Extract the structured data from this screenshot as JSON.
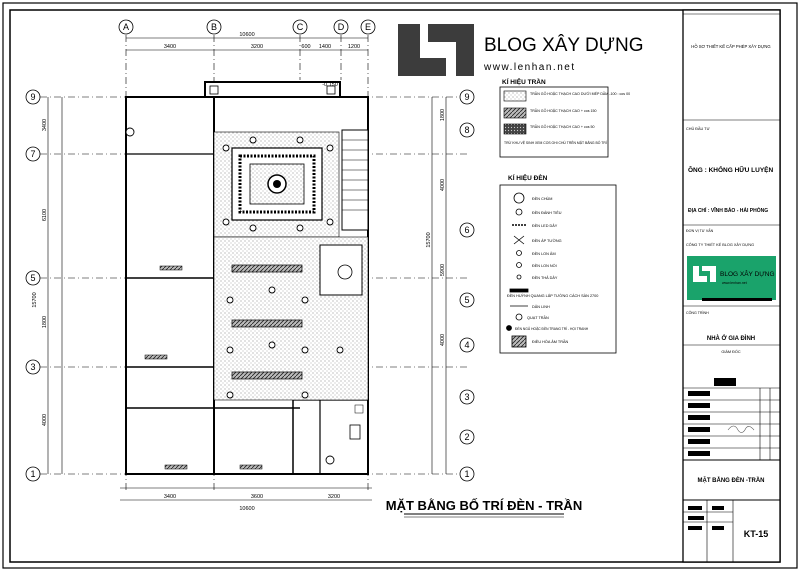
{
  "logo": {
    "title": "BLOG XÂY DỰNG",
    "url": "www.lenhan.net"
  },
  "plan": {
    "grid_cols": [
      "A",
      "B",
      "C",
      "D",
      "E"
    ],
    "grid_rows_left": [
      "9",
      "7",
      "5",
      "3",
      "1"
    ],
    "grid_rows_right": [
      "9",
      "8",
      "6",
      "5",
      "4",
      "3",
      "2",
      "1"
    ],
    "dims_top_total": "10600",
    "dims_top": [
      "3400",
      "3200",
      "600",
      "1400",
      "1200"
    ],
    "dims_bottom": [
      "3400",
      "3600",
      "3200"
    ],
    "dims_bottom_total": "10600",
    "dims_left": [
      "3400",
      "6100",
      "1800",
      "4000"
    ],
    "dims_left_total": "15700",
    "dims_right": [
      "1800",
      "4000",
      "5900",
      "4000"
    ],
    "dims_right_total": "15700",
    "level_note": "-0.150",
    "title": "MẶT BẰNG BỐ TRÍ ĐÈN - TRẦN"
  },
  "legend_ceiling": {
    "title": "KÍ HIỆU TRẦN",
    "items": [
      "TRẦN GỖ HOẶC THẠCH CAO DƯỚI MÉP DẦM -100 : cos 00",
      "TRẦN GỖ HOẶC THẠCH CAO + cos 150",
      "TRẦN GỖ HOẶC THẠCH CAO + cos 50"
    ],
    "note": "TRỪ KHU VỆ SINH XEM COS GHI CHÚ TRÊN MẶT BẰNG BỐ TRÍ"
  },
  "legend_lights": {
    "title": "KÍ HIỆU ĐÈN",
    "items": [
      "ĐÈN CHÙM",
      "ĐÈN ĐÁNH TIÊU",
      "ĐÈN LED DÂY",
      "ĐÈN ÁP TƯỜNG",
      "ĐÈN LON ÂM",
      "ĐÈN LON NỔI",
      "ĐÈN THẢ DÂY",
      "ĐÈN HUỲNH QUANG LẮP TƯỜNG CÁCH SÀN 2700",
      "DÂN LINH",
      "QUẠT TRẦN",
      "ĐÈN NGỦ HOẶC ĐÈN TRANG TRÍ - HỌI TRANH",
      "ĐIỀU HÒA ÂM TRẦN"
    ]
  },
  "title_block": {
    "header": "HỒ SƠ THIẾT KẾ CẤP PHÉP XÂY DỰNG",
    "owner_label": "CHỦ ĐẦU TƯ",
    "owner": "ÔNG : KHỔNG HỮU LUYỆN",
    "address": "ĐỊA CHỈ : VĨNH BẢO - HẢI PHÒNG",
    "consultant_label": "ĐƠN VỊ TƯ VẤN",
    "consultant": "CÔNG TY THIẾT KẾ BLOG XÂY DỰNG",
    "logo_text": "BLOG XÂY DỰNG",
    "logo_url": "www.lenhan.net",
    "project_label": "CÔNG TRÌNH",
    "project": "NHÀ Ở GIA ĐÌNH",
    "director": "GIÁM ĐỐC",
    "drawing_title": "MẶT BẰNG ĐÈN -TRẦN",
    "sheet_no": "KT-15"
  },
  "colors": {
    "logo_dark": "#3c3c3c",
    "brand_green": "#1aa36b"
  }
}
